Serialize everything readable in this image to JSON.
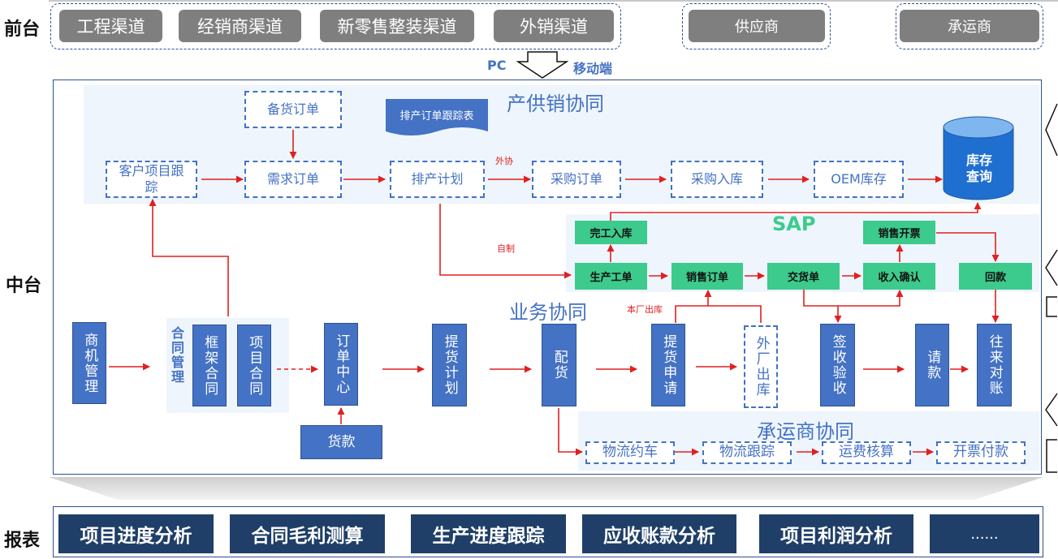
{
  "rows": {
    "front": "前台",
    "middle": "中台",
    "report": "报表"
  },
  "front": {
    "channels": [
      "工程渠道",
      "经销商渠道",
      "新零售整装渠道",
      "外销渠道"
    ],
    "supplier": "供应商",
    "carrier": "承运商"
  },
  "access": {
    "pc": "PC",
    "mobile": "移动端"
  },
  "psc": {
    "title": "产供销协同",
    "stock_order": "备货订单",
    "schedule_tracking": "排产订单跟踪表",
    "customer_project": "客户项目跟踪",
    "demand_order": "需求订单",
    "production_plan": "排产计划",
    "outsource": "外协",
    "purchase_order": "采购订单",
    "purchase_receipt": "采购入库",
    "oem_stock": "OEM库存",
    "inventory_query": "库存查询"
  },
  "sap": {
    "title": "SAP",
    "self_made": "自制",
    "finish_receipt": "完工入库",
    "sales_invoice": "销售开票",
    "production_order": "生产工单",
    "sales_order": "销售订单",
    "delivery_note": "交货单",
    "revenue_confirm": "收入确认",
    "payment_received": "回款"
  },
  "biz": {
    "title": "业务协同",
    "merchant_mgmt": "商机管理",
    "contract_mgmt": "合同管理",
    "frame_contract": "框架合同",
    "project_contract": "项目合同",
    "order_center": "订单中心",
    "goods_payment": "货款",
    "pickup_plan": "提货计划",
    "allocation": "配货",
    "local_out": "本厂出库",
    "pickup_request": "提货申请",
    "external_out": "外厂出库",
    "sign_check": "签收验收",
    "payment_request": "请款",
    "reconcile": "往来对账"
  },
  "carrier": {
    "title": "承运商协同",
    "steps": [
      "物流约车",
      "物流跟踪",
      "运费核算",
      "开票付款"
    ]
  },
  "reports": [
    "项目进度分析",
    "合同毛利测算",
    "生产进度跟踪",
    "应收账款分析",
    "项目利润分析",
    "......"
  ],
  "colors": {
    "blue": "#4472c4",
    "green": "#3ccb8c",
    "navy": "#1f3f68",
    "red": "#e02020",
    "gray": "#7f7f7f"
  }
}
